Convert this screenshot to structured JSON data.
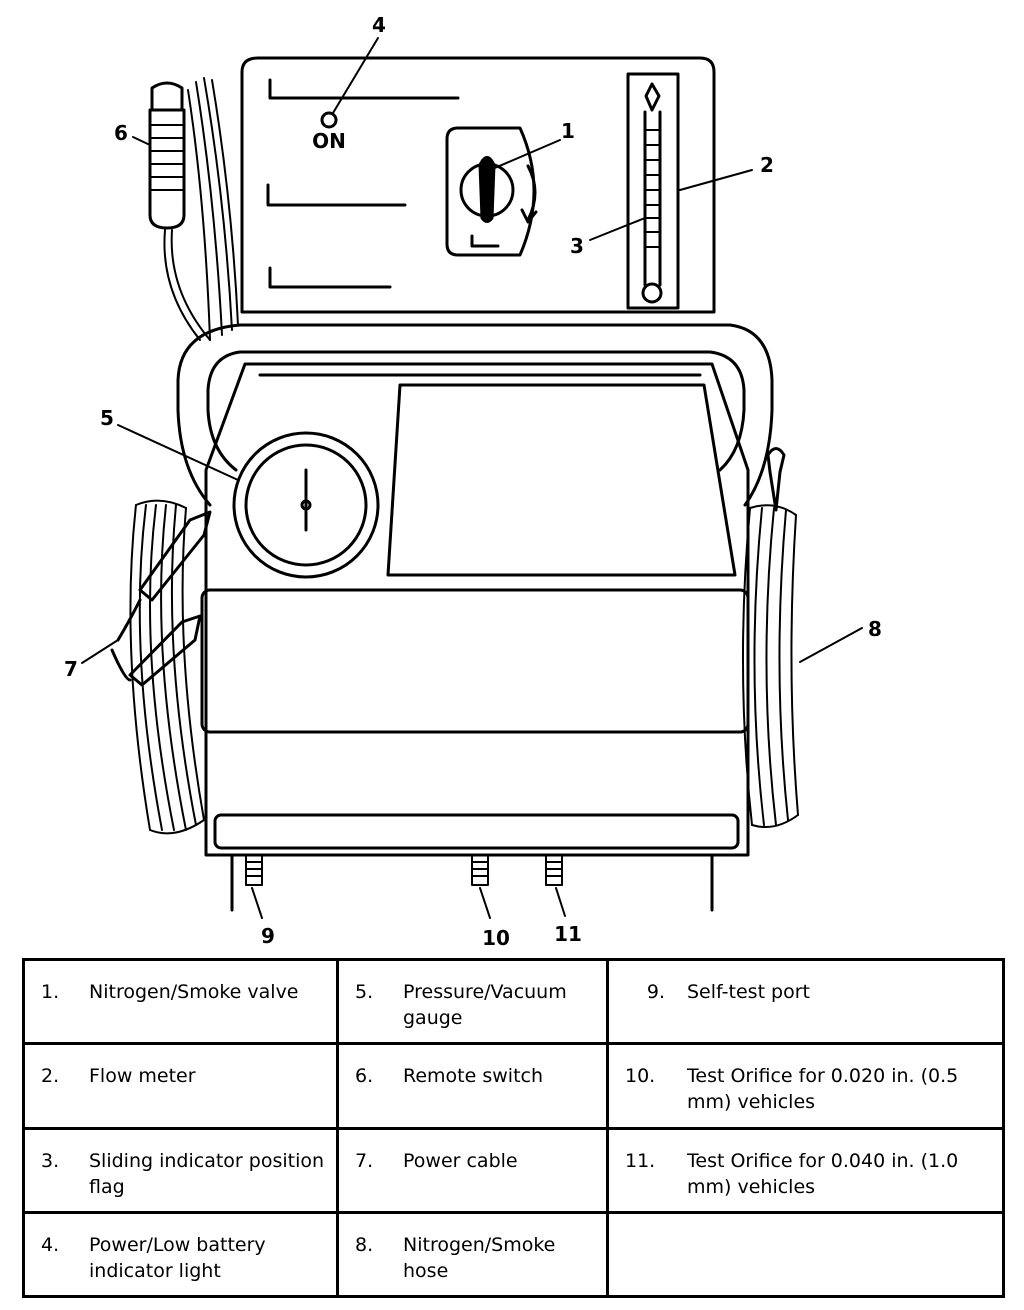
{
  "callouts": {
    "c1": "1",
    "c2": "2",
    "c3": "3",
    "c4": "4",
    "c5": "5",
    "c6": "6",
    "c7": "7",
    "c8": "8",
    "c9": "9",
    "c10": "10",
    "c11": "11"
  },
  "on_label": "ON",
  "legend": {
    "rows": [
      [
        {
          "num": "1.",
          "text": "Nitrogen/Smoke valve"
        },
        {
          "num": "5.",
          "text": "Pressure/Vacuum gauge"
        },
        {
          "num": "9.",
          "text": "Self-test port"
        }
      ],
      [
        {
          "num": "2.",
          "text": "Flow meter"
        },
        {
          "num": "6.",
          "text": "Remote switch"
        },
        {
          "num": "10.",
          "text": "Test Orifice for 0.020 in. (0.5 mm) vehicles"
        }
      ],
      [
        {
          "num": "3.",
          "text": "Sliding indicator position flag"
        },
        {
          "num": "7.",
          "text": "Power cable"
        },
        {
          "num": "11.",
          "text": "Test Orifice for 0.040 in. (1.0 mm) vehicles"
        }
      ],
      [
        {
          "num": "4.",
          "text": "Power/Low battery indicator light"
        },
        {
          "num": "8.",
          "text": "Nitrogen/Smoke hose"
        },
        {
          "num": "",
          "text": ""
        }
      ]
    ]
  }
}
